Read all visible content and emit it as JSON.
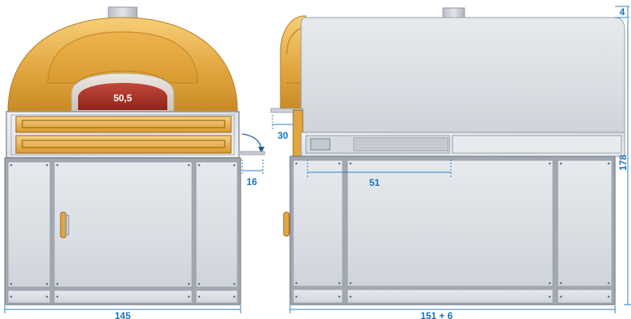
{
  "diagram": {
    "front_view": {
      "oven_temperature_label": "50,5",
      "width_dimension": "145",
      "door_swing_dimension": "16"
    },
    "side_view": {
      "depth_dimension": "151 + 6",
      "peel_shelf_dimension": "30",
      "drawer_dimension": "51",
      "height_dimension": "178",
      "chimney_dimension": "4"
    },
    "colors": {
      "dome_gold": "#e0a53a",
      "dome_gold_light": "#f3c66a",
      "stainless": "#dfe3e8",
      "frame_gray": "#9aa1aa",
      "dimension_blue": "#1a73b8",
      "fire_red": "#c23a2a"
    },
    "icons": [
      "door-swing-arrow-icon",
      "handle-icon",
      "chimney-icon"
    ]
  }
}
